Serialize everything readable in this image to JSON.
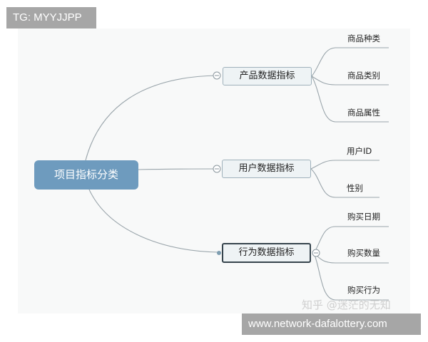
{
  "watermark_top": "TG: MYYJJPP",
  "watermark_bottom": "www.network-dafalottery.com",
  "watermark_source": "知乎 @迷茫的无知",
  "colors": {
    "root_fill": "#6e9bbe",
    "branch_fill": "#eef3f5",
    "selected_border": "#36444d",
    "line": "#9aa5ab"
  },
  "mindmap": {
    "root": "项目指标分类",
    "branches": [
      {
        "label": "产品数据指标",
        "children": [
          "商品种类",
          "商品类别",
          "商品属性"
        ]
      },
      {
        "label": "用户数据指标",
        "children": [
          "用户ID",
          "性别"
        ]
      },
      {
        "label": "行为数据指标",
        "selected": true,
        "children": [
          "购买日期",
          "购买数量",
          "购买行为"
        ]
      }
    ]
  }
}
